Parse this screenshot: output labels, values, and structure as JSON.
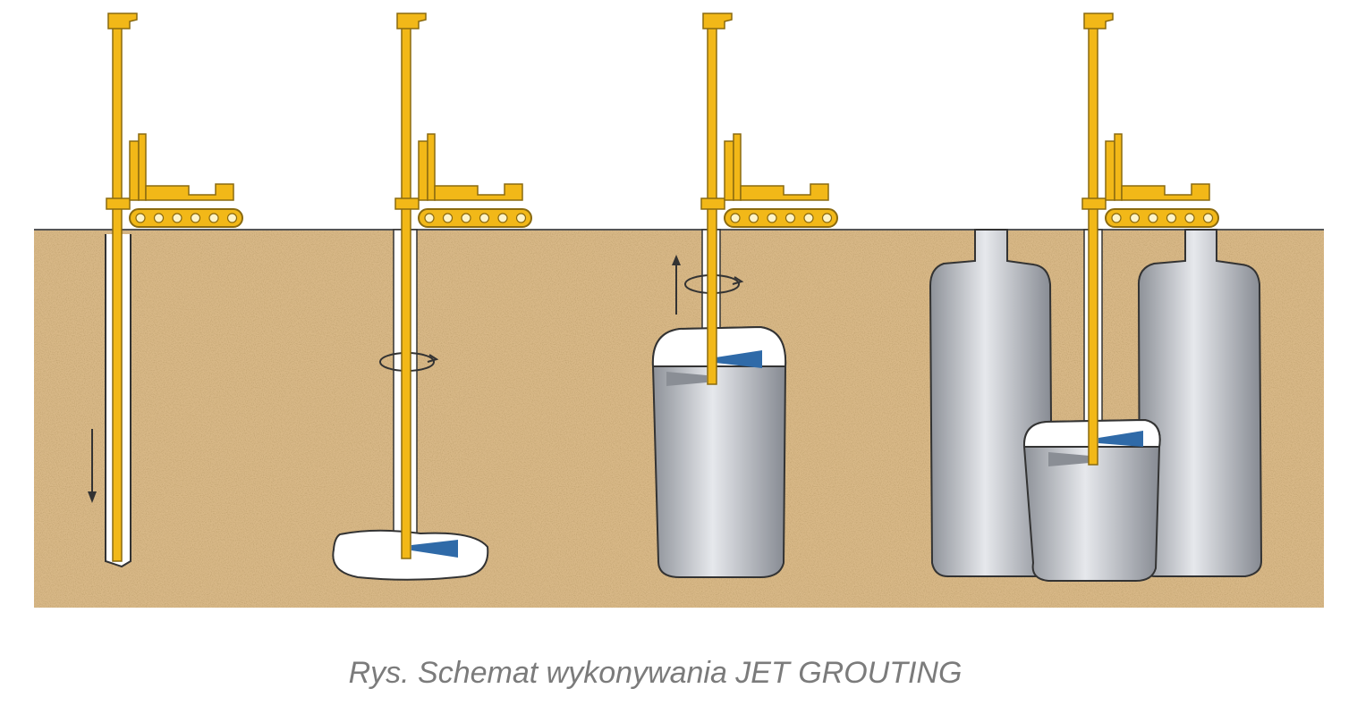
{
  "caption": "Rys. Schemat wykonywania JET GROUTING",
  "colors": {
    "soil": "#d8b887",
    "rig": "#f2b818",
    "rig_outline": "#8a6a10",
    "column": "#b9bcc2",
    "nozzle": "#2f6aa8"
  },
  "stages": [
    {
      "name": "drilling"
    },
    {
      "name": "jetting-start"
    },
    {
      "name": "jetting-lifting"
    },
    {
      "name": "overlapping-columns"
    }
  ]
}
